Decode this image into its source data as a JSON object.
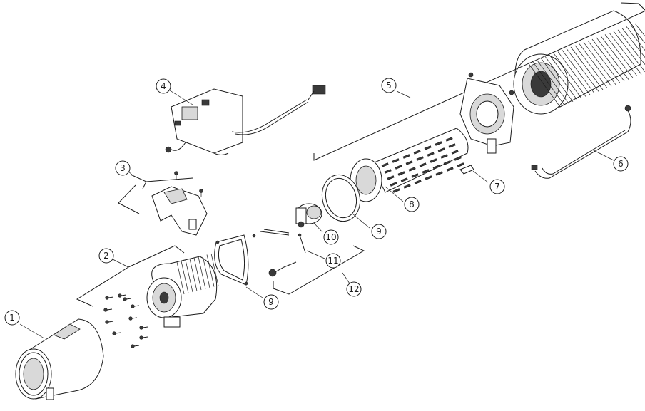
{
  "diagram": {
    "callouts": {
      "c1": "1",
      "c2": "2",
      "c3": "3",
      "c4": "4",
      "c5": "5",
      "c6": "6",
      "c7": "7",
      "c8": "8",
      "c9a": "9",
      "c9b": "9",
      "c10": "10",
      "c11": "11",
      "c12": "12"
    },
    "line_color": "#1a1a1a",
    "background": "#ffffff"
  }
}
